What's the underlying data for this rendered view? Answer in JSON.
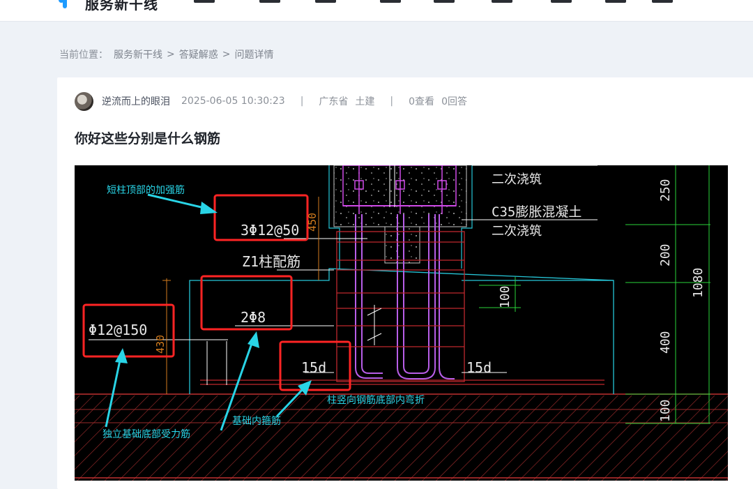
{
  "brand": {
    "logo_text": "服务新干线",
    "accent_color": "#1e9bff",
    "logo_icon": "brand-logo-icon"
  },
  "breadcrumb": {
    "label": "当前位置：",
    "items": [
      "服务新干线",
      "答疑解惑",
      "问题详情"
    ],
    "separator": ">"
  },
  "question": {
    "author": "逆流而上的眼泪",
    "time": "2025-06-05 10:30:23",
    "divider": "|",
    "region": "广东省",
    "category": "土建",
    "views": "0查看",
    "answers": "0回答",
    "title": "你好这些分别是什么钢筋"
  },
  "drawing": {
    "annotations": {
      "top_bar": "短柱顶部的加强筋",
      "bottom_bar": "独立基础底部受力筋",
      "stirrup": "基础内箍筋",
      "bend": "柱竖向钢筋底部内弯折"
    },
    "labels": {
      "rebar_top": "3Φ12@50",
      "column_rebar": "Z1柱配筋",
      "rebar_mid": "2Φ8",
      "rebar_left": "Φ12@150",
      "anchor_left": "15d",
      "anchor_right": "15d",
      "grout_top": "二次浇筑",
      "concrete": "C35膨胀混凝土",
      "grout": "二次浇筑",
      "dim_450": "450",
      "dim_430": "430",
      "dim_100_mid": "100",
      "dim_250": "250",
      "dim_200": "200",
      "dim_400": "400",
      "dim_100_bottom": "100",
      "dim_1080": "1080"
    }
  }
}
